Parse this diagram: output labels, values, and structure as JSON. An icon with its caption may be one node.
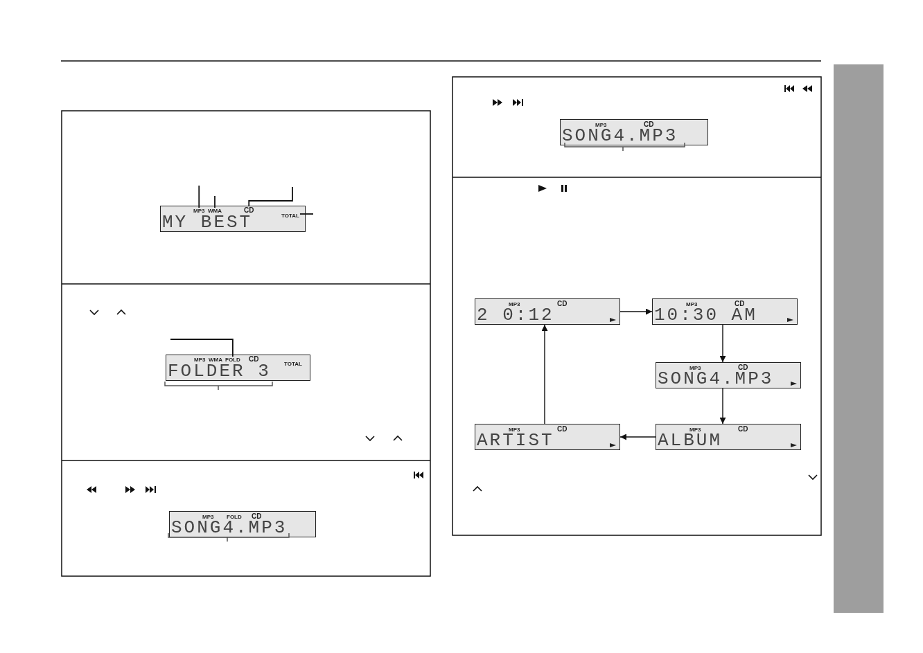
{
  "diagram": {
    "nodes": [
      {
        "text": [
          "MY BEST"
        ]
      },
      {
        "text": [
          "MP3"
        ],
        "in": 0
      },
      {
        "text": [
          "WMA"
        ],
        "in": 0
      },
      {
        "text": [
          "CD"
        ],
        "in": 0
      },
      {
        "text": [
          "TOTAL"
        ],
        "in": 0
      },
      {
        "text": [
          "FOLDER 3"
        ]
      },
      {
        "text": [
          "MP3"
        ],
        "in": 5
      },
      {
        "text": [
          "WMA"
        ],
        "in": 5
      },
      {
        "text": [
          "FOLD"
        ],
        "in": 5
      },
      {
        "text": [
          "CD"
        ],
        "in": 5
      },
      {
        "text": [
          "TOTAL"
        ],
        "in": 5
      },
      {
        "text": [
          "SONG4.MP3"
        ]
      },
      {
        "text": [
          "MP3"
        ],
        "in": 11
      },
      {
        "text": [
          "FOLD"
        ],
        "in": 11
      },
      {
        "text": [
          "CD"
        ],
        "in": 11
      },
      {
        "text": [
          "SONG4.MP3"
        ]
      },
      {
        "text": [
          "MP3"
        ],
        "in": 15
      },
      {
        "text": [
          "CD"
        ],
        "in": 15
      },
      {
        "text": [
          "2 0:12"
        ]
      },
      {
        "text": [
          "MP3"
        ],
        "in": 18
      },
      {
        "text": [
          "CD"
        ],
        "in": 18
      },
      {
        "text": [
          "10:30 AM"
        ]
      },
      {
        "text": [
          "MP3"
        ],
        "in": 21
      },
      {
        "text": [
          "CD"
        ],
        "in": 21
      },
      {
        "text": [
          "SONG4.MP3"
        ]
      },
      {
        "text": [
          "MP3"
        ],
        "in": 24
      },
      {
        "text": [
          "CD"
        ],
        "in": 24
      },
      {
        "text": [
          "ALBUM"
        ]
      },
      {
        "text": [
          "MP3"
        ],
        "in": 27
      },
      {
        "text": [
          "CD"
        ],
        "in": 27
      },
      {
        "text": [
          "ARTIST"
        ]
      },
      {
        "text": [
          "MP3"
        ],
        "in": 30
      },
      {
        "text": [
          "CD"
        ],
        "in": 30
      },
      {
        "text": [],
        "shape": "bar"
      }
    ],
    "edges": [
      {
        "from": null,
        "to": 1,
        "arrow": "none"
      },
      {
        "from": null,
        "to": 2,
        "arrow": "none"
      },
      {
        "from": null,
        "to": 3,
        "arrow": "none"
      },
      {
        "from": null,
        "to": 4,
        "arrow": "none"
      },
      {
        "from": null,
        "to": 8,
        "arrow": "none"
      },
      {
        "from": 18,
        "to": 21,
        "arrow": "to"
      },
      {
        "from": 21,
        "to": 24,
        "arrow": "to"
      },
      {
        "from": 24,
        "to": 27,
        "arrow": "to"
      },
      {
        "from": 27,
        "to": 30,
        "arrow": "to"
      },
      {
        "from": 30,
        "to": 18,
        "arrow": "to"
      }
    ]
  }
}
